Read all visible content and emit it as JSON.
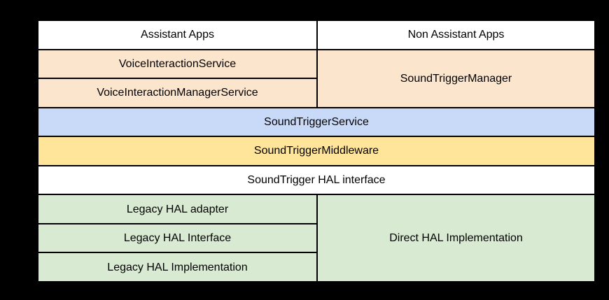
{
  "colors": {
    "background": "#000000",
    "border": "#000000",
    "text": "#000000",
    "white": "#ffffff",
    "orange": "#fce5cd",
    "blue": "#c9daf8",
    "yellow": "#ffe599",
    "green": "#d9ead3"
  },
  "diagram": {
    "cells": {
      "assistant_apps": {
        "label": "Assistant Apps",
        "color": "white"
      },
      "non_assistant_apps": {
        "label": "Non Assistant Apps",
        "color": "white"
      },
      "voice_interaction_service": {
        "label": "VoiceInteractionService",
        "color": "orange"
      },
      "voice_interaction_manager_service": {
        "label": "VoiceInteractionManagerService",
        "color": "orange"
      },
      "sound_trigger_manager": {
        "label": "SoundTriggerManager",
        "color": "orange"
      },
      "sound_trigger_service": {
        "label": "SoundTriggerService",
        "color": "blue"
      },
      "sound_trigger_middleware": {
        "label": "SoundTriggerMiddleware",
        "color": "yellow"
      },
      "sound_trigger_hal_interface": {
        "label": "SoundTrigger HAL interface",
        "color": "white"
      },
      "legacy_hal_adapter": {
        "label": "Legacy HAL adapter",
        "color": "green"
      },
      "legacy_hal_interface": {
        "label": "Legacy HAL Interface",
        "color": "green"
      },
      "legacy_hal_implementation": {
        "label": "Legacy HAL Implementation",
        "color": "green"
      },
      "direct_hal_implementation": {
        "label": "Direct HAL Implementation",
        "color": "green"
      }
    }
  }
}
